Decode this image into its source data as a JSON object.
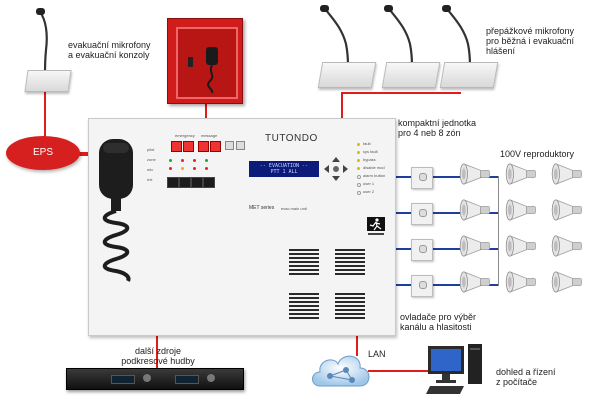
{
  "labels": {
    "evac_console": "evakuační mikrofony\na evakuační konzoly",
    "counter_mics": "přepážkové mikrofony\npro běžná i evakuační\nhlášení",
    "compact_unit": "kompaktní jednotka\npro 4 neb 8 zón",
    "speakers": "100V reproduktory",
    "eps": "EPS",
    "controllers": "ovladače pro výběr\nkanálu a hlasitosti",
    "music_sources": "další zdroje\npodkresové hudby",
    "lan": "LAN",
    "monitoring": "dohled a řízení\nz počítače"
  },
  "unit": {
    "brand": "TUTONDO",
    "series": "MET series",
    "model": "evac main unit",
    "lcd_line1": "-- EVACUATION --",
    "lcd_line2": "PTT 1 ALL",
    "panel_left_top": "emergency",
    "panel_mid_top": "message",
    "status_labels": [
      "fault",
      "sys fault",
      "bypass",
      "disable mod",
      "alarm button",
      "user 1",
      "user 2"
    ],
    "left_labels": [
      "pilot",
      "zone",
      "mic",
      "ext"
    ]
  },
  "colors": {
    "signal_line": "#e21b1b",
    "speaker_line": "#1f3f9e",
    "eps_fill": "#d61f1f"
  },
  "icons": [
    "microphone-icon",
    "fire-box-icon",
    "horn-speaker-icon",
    "wall-controller-icon",
    "cloud-icon",
    "computer-icon",
    "rack-unit-icon",
    "evac-running-man-icon"
  ]
}
